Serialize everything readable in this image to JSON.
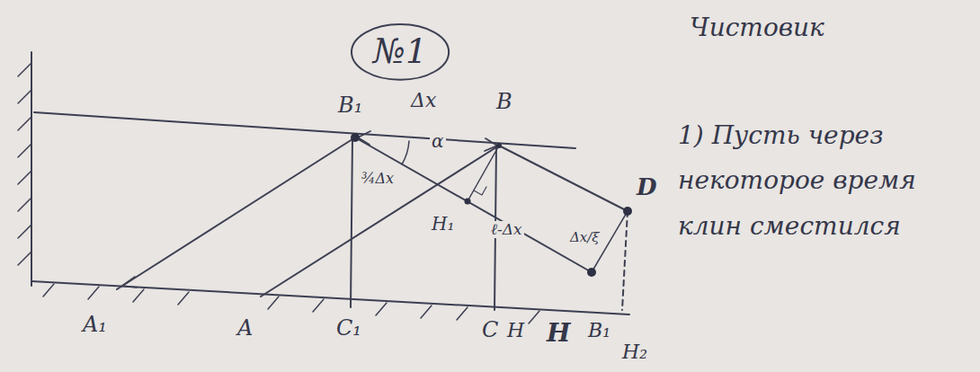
{
  "diagram": {
    "nodes": [
      {
        "text": [
          "№1"
        ]
      }
    ],
    "labels": [
      "Чистовик",
      "1) Пусть через некоторое время клин сместился",
      "B₁",
      "Δx",
      "B",
      "α",
      "D",
      "A₁",
      "A",
      "C₁",
      "C",
      "H",
      "H₁",
      "ℓ-Δx",
      "¾Δx",
      "Δx/ξ",
      "H",
      "B₁",
      "H₂"
    ]
  }
}
